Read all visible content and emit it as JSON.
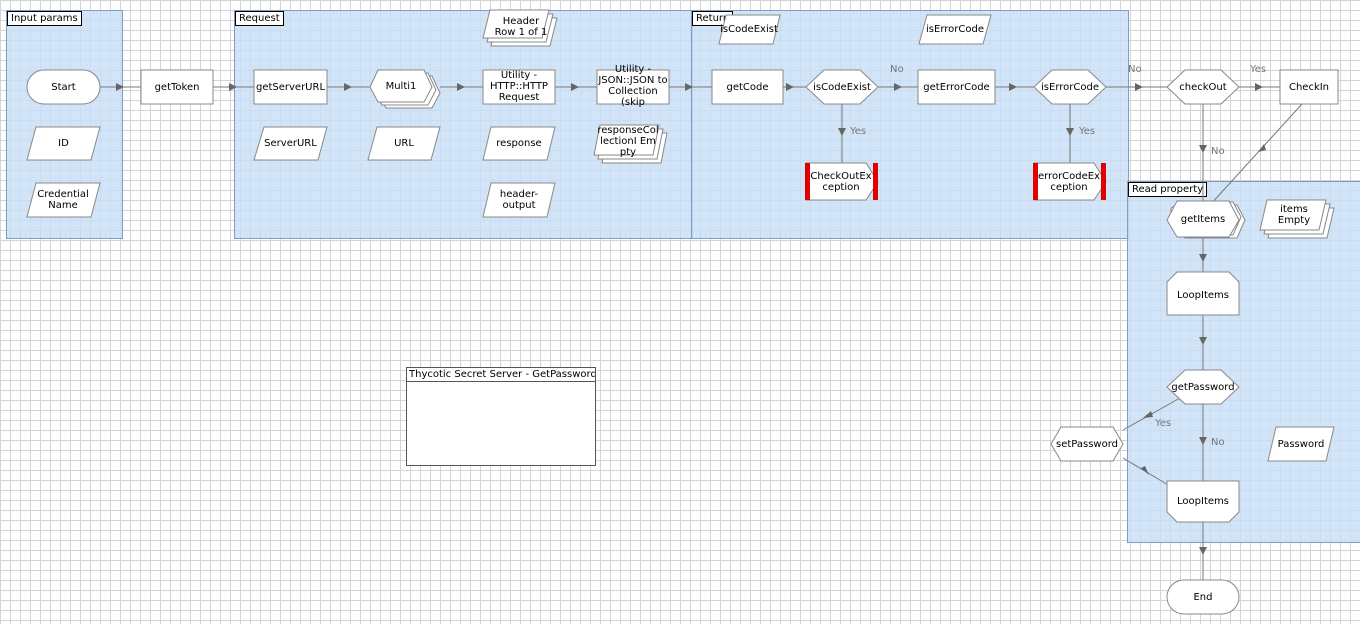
{
  "blocks": {
    "input_params": "Input params",
    "request": "Request",
    "return": "Return",
    "read_property": "Read property"
  },
  "nodes": {
    "start": "Start",
    "id": "ID",
    "credential_name": "CredentialName",
    "get_token": "getToken",
    "get_server_url": "getServerURL",
    "server_url": "ServerURL",
    "multi1": "Multi1",
    "url": "URL",
    "header": "Header Row 1 of 1",
    "http_request": "Utility - HTTP::HTTP Request",
    "response": "response",
    "header_output": "header-output",
    "json_to_collection": "Utility - JSON::JSON to Collection (skip",
    "response_collection": "responseCollectionI Empty",
    "is_code_exist_var": "isCodeExist",
    "is_error_code_var": "isErrorCode",
    "get_code": "getCode",
    "is_code_exist": "isCodeExist",
    "checkout_exception": "CheckOutException",
    "get_error_code": "getErrorCode",
    "is_error_code": "isErrorCode",
    "error_code_exception": "errorCodeException",
    "check_out": "checkOut",
    "check_in": "CheckIn",
    "get_items": "getItems",
    "items": "items Empty",
    "loop_items_start": "LoopItems",
    "get_password": "getPassword",
    "set_password": "setPassword",
    "password": "Password",
    "loop_items_end": "LoopItems",
    "end": "End"
  },
  "connector_labels": {
    "code_exist_yes": "Yes",
    "code_exist_no": "No",
    "error_code_yes": "Yes",
    "error_code_no": "No",
    "checkout_yes": "Yes",
    "checkout_no": "No",
    "get_password_yes": "Yes",
    "get_password_no": "No"
  },
  "note": {
    "title": "Thycotic Secret Server - GetPasswordByI"
  },
  "colors": {
    "block_fill": "#c8def5",
    "block_border": "#7e9cc4",
    "exception_marker": "#e00000",
    "grid": "#d4d4d4"
  }
}
